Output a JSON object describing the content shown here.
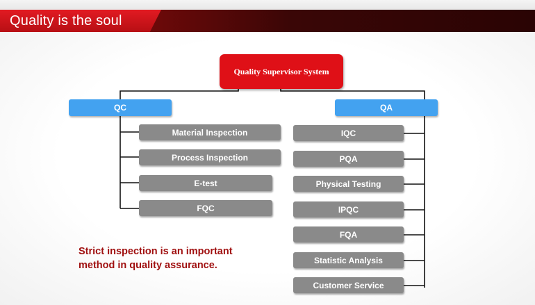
{
  "header": {
    "title": "Quality is the soul"
  },
  "diagram": {
    "root": "Quality Supervisor System",
    "qc": {
      "label": "QC",
      "items": [
        "Material Inspection",
        "Process Inspection",
        "E-test",
        "FQC"
      ]
    },
    "qa": {
      "label": "QA",
      "items": [
        "IQC",
        "PQA",
        "Physical Testing",
        "IPQC",
        "FQA",
        "Statistic Analysis",
        "Customer Service"
      ]
    }
  },
  "note": {
    "line1": "Strict inspection is an important",
    "line2": "method in quality assurance."
  },
  "colors": {
    "header_red": "#e21a22",
    "header_dark": "#3a0606",
    "root_red": "#df1017",
    "branch_blue": "#43a2f0",
    "leaf_gray": "#8a8a8a",
    "note_red": "#a01010"
  }
}
